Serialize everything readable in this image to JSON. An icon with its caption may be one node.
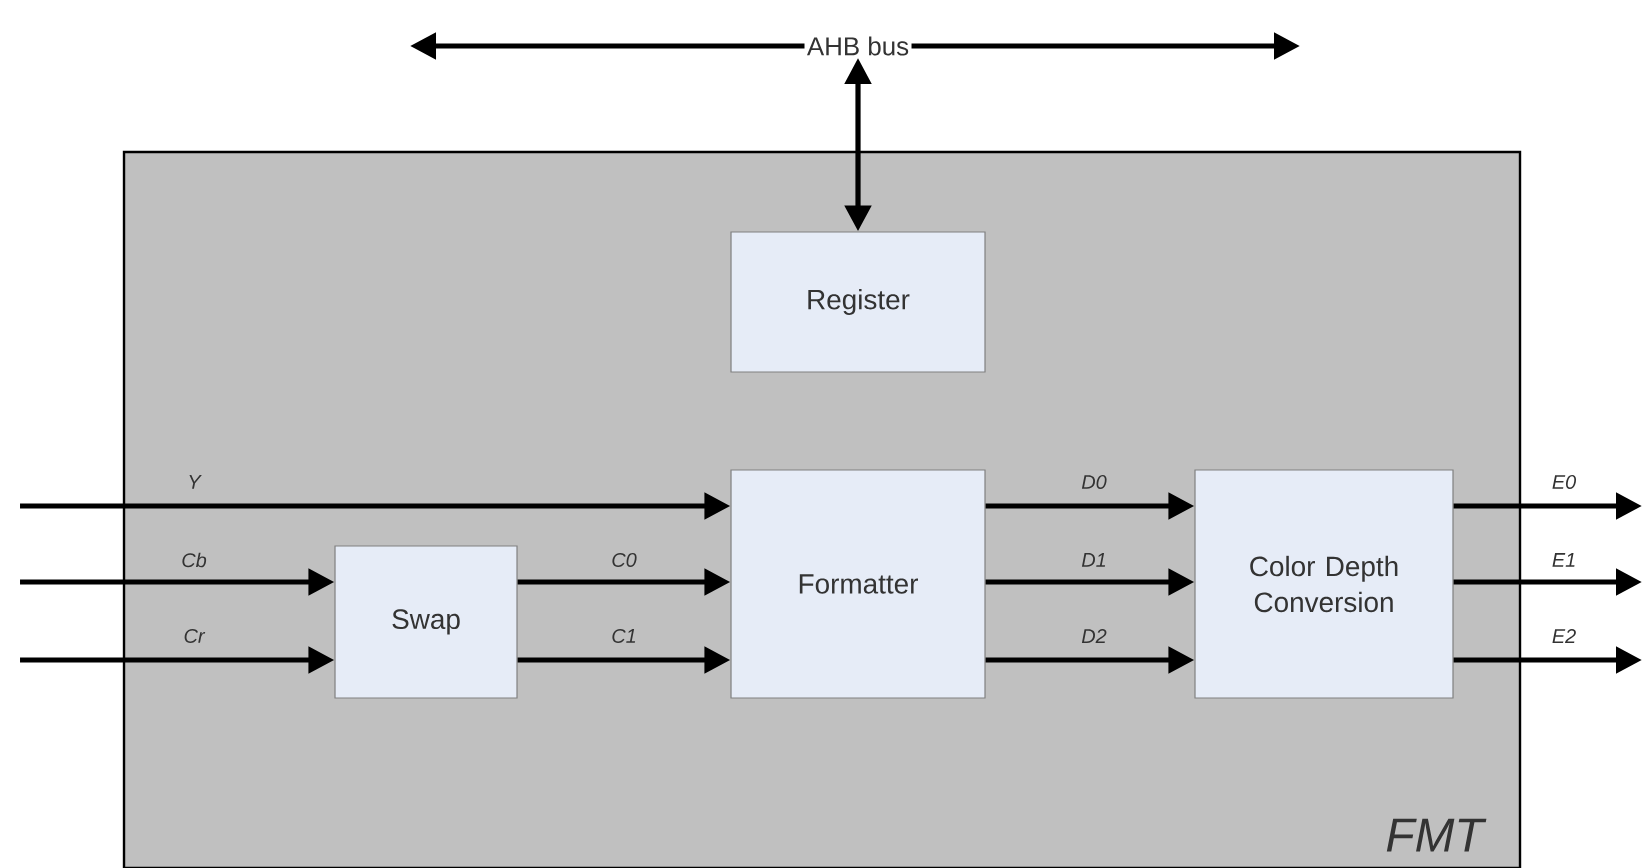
{
  "diagram": {
    "nodes": [
      {
        "text": [
          "FMT"
        ]
      },
      {
        "text": [
          "AHB bus"
        ]
      },
      {
        "text": [
          "Register"
        ],
        "in": 0
      },
      {
        "text": [
          "Swap"
        ],
        "in": 0
      },
      {
        "text": [
          "Formatter"
        ],
        "in": 0
      },
      {
        "text": [
          "Color Depth Conversion"
        ],
        "in": 0
      }
    ],
    "edges": [
      {
        "from": 1,
        "to": 2,
        "arrow": "both"
      },
      {
        "from": 1,
        "to": null,
        "arrow": "to"
      },
      {
        "from": 1,
        "to": null,
        "arrow": "to"
      },
      {
        "from": null,
        "to": 4,
        "arrow": "to",
        "label": "Y"
      },
      {
        "from": null,
        "to": 3,
        "arrow": "to",
        "label": "Cb"
      },
      {
        "from": null,
        "to": 3,
        "arrow": "to",
        "label": "Cr"
      },
      {
        "from": 3,
        "to": 4,
        "arrow": "to",
        "label": "C0"
      },
      {
        "from": 3,
        "to": 4,
        "arrow": "to",
        "label": "C1"
      },
      {
        "from": 4,
        "to": 5,
        "arrow": "to",
        "label": "D0"
      },
      {
        "from": 4,
        "to": 5,
        "arrow": "to",
        "label": "D1"
      },
      {
        "from": 4,
        "to": 5,
        "arrow": "to",
        "label": "D2"
      },
      {
        "from": 5,
        "to": null,
        "arrow": "to",
        "label": "E0"
      },
      {
        "from": 5,
        "to": null,
        "arrow": "to",
        "label": "E1"
      },
      {
        "from": 5,
        "to": null,
        "arrow": "to",
        "label": "E2"
      }
    ]
  }
}
